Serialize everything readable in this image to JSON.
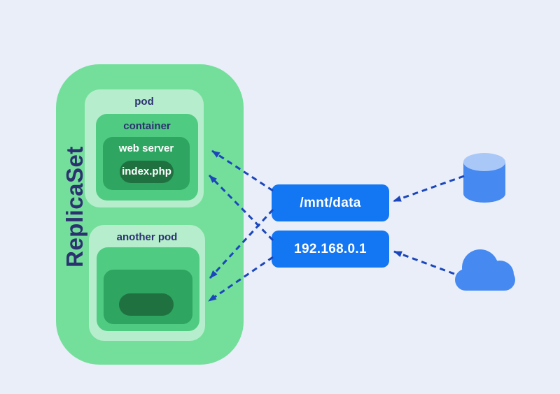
{
  "replicaset": {
    "label": "ReplicaSet"
  },
  "pods": [
    {
      "label": "pod",
      "container": "container",
      "server": "web server",
      "file": "index.php"
    },
    {
      "label": "another pod"
    }
  ],
  "nodes": [
    {
      "label": "/mnt/data"
    },
    {
      "label": "192.168.0.1"
    }
  ],
  "icons": [
    {
      "name": "database-cylinder"
    },
    {
      "name": "cloud"
    }
  ],
  "edges": [
    {
      "from": "/mnt/data",
      "to": "pod"
    },
    {
      "from": "/mnt/data",
      "to": "another pod"
    },
    {
      "from": "192.168.0.1",
      "to": "pod"
    },
    {
      "from": "192.168.0.1",
      "to": "another pod"
    },
    {
      "from": "database",
      "to": "/mnt/data"
    },
    {
      "from": "cloud",
      "to": "192.168.0.1"
    }
  ],
  "colors": {
    "background": "#E9EEF9",
    "replicaset_fill": "#74DF9B",
    "pod_fill": "#B6EECD",
    "container_fill": "#4FCB82",
    "server_fill": "#2EA561",
    "file_fill": "#1F7240",
    "label_navy": "#2C3170",
    "node_fill": "#1376F2",
    "node_text": "#FFFFFF",
    "arrow": "#1B46BC",
    "icon_blue": "#4589F1",
    "cylinder_top": "#A9C8F8"
  }
}
